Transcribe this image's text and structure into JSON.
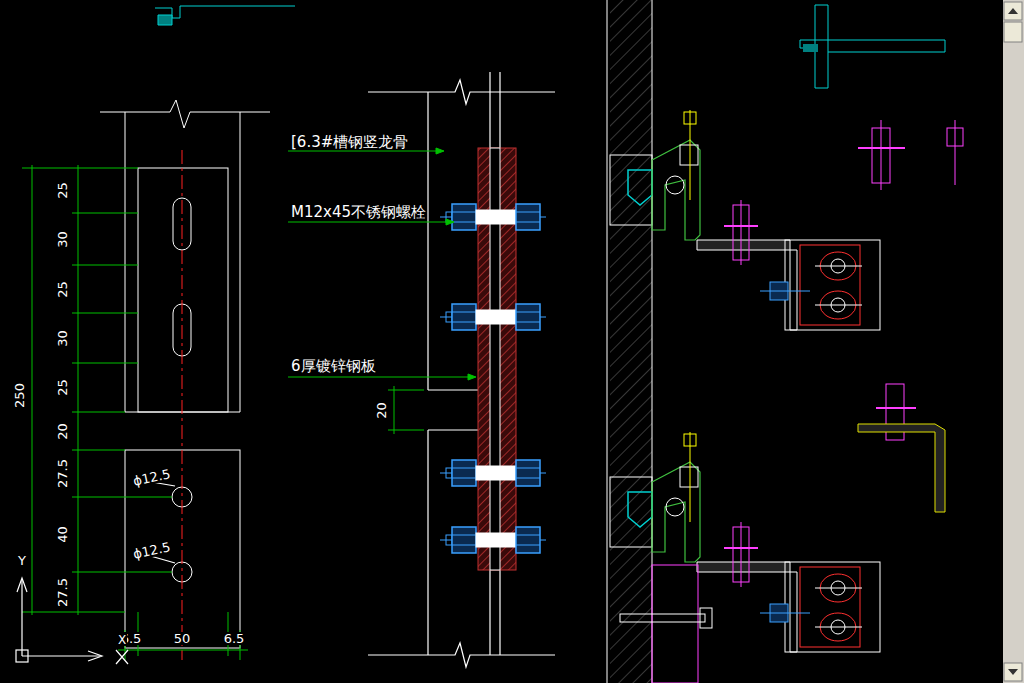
{
  "diagram": {
    "labels": [
      "[6.3#槽钢竖龙骨",
      "M12x45不锈钢螺栓",
      "6厚镀锌钢板",
      "20",
      "25",
      "30",
      "25",
      "30",
      "25",
      "20",
      "27.5",
      "40",
      "27.5",
      "250",
      "ϕ12.5",
      "ϕ12.5",
      "6.5",
      "50",
      "6.5",
      "Y",
      "X"
    ]
  }
}
